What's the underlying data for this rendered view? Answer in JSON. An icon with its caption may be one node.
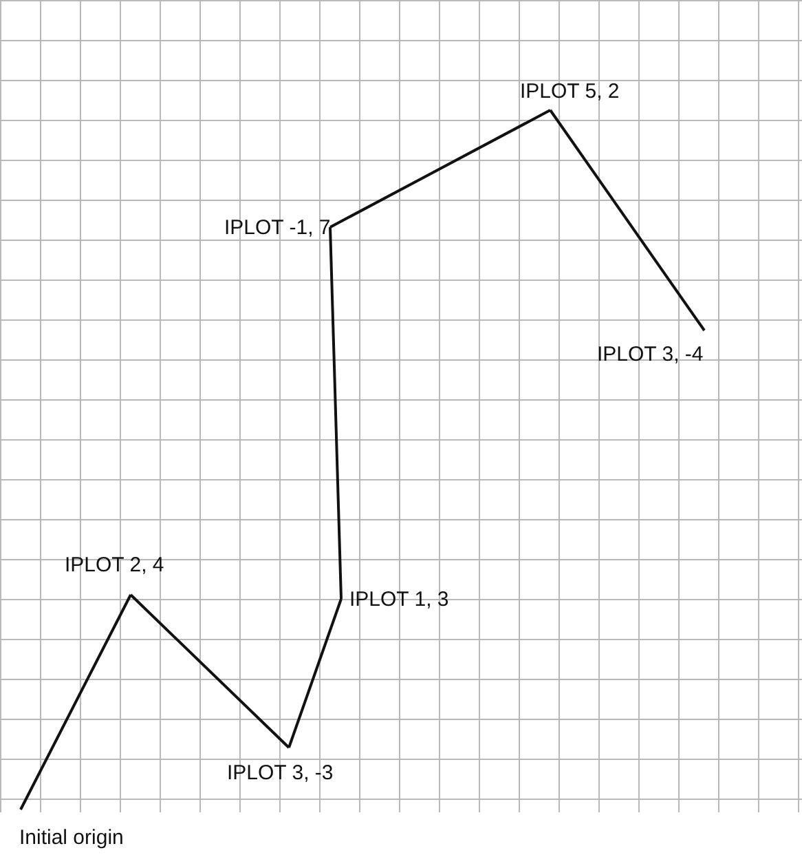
{
  "diagram": {
    "nodes": [
      {
        "text": [
          "Initial origin"
        ]
      },
      {
        "text": [
          "IPLOT 2, 4"
        ]
      },
      {
        "text": [
          "IPLOT 3, -3"
        ]
      },
      {
        "text": [
          "IPLOT 1, 3"
        ]
      },
      {
        "text": [
          "IPLOT -1, 7"
        ]
      },
      {
        "text": [
          "IPLOT 5, 2"
        ]
      },
      {
        "text": [
          "IPLOT 3, -4"
        ]
      }
    ],
    "edges": [
      {
        "from": 0,
        "to": 1,
        "arrow": "none"
      },
      {
        "from": 1,
        "to": 2,
        "arrow": "none"
      },
      {
        "from": 2,
        "to": 3,
        "arrow": "none"
      },
      {
        "from": 3,
        "to": 4,
        "arrow": "none"
      },
      {
        "from": 4,
        "to": 5,
        "arrow": "none"
      },
      {
        "from": 5,
        "to": 6,
        "arrow": "none"
      }
    ]
  }
}
